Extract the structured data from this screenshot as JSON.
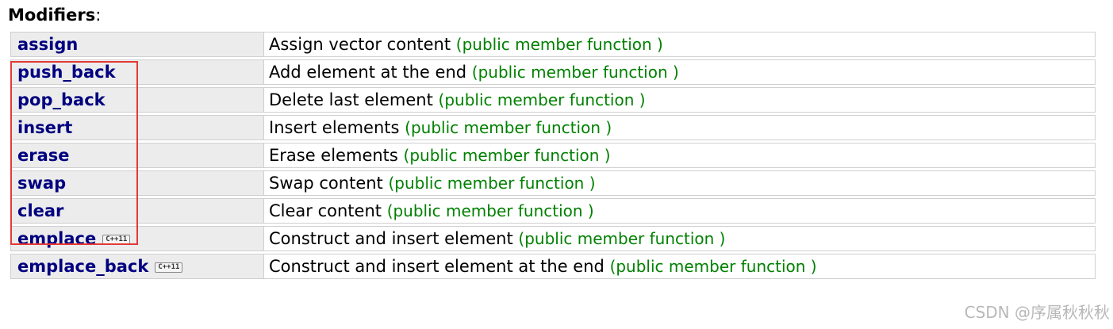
{
  "heading": {
    "title": "Modifiers",
    "colon": ":"
  },
  "rows": [
    {
      "name": "assign",
      "desc": "Assign vector content",
      "kind": "(public member function )",
      "badge": ""
    },
    {
      "name": "push_back",
      "desc": "Add element at the end",
      "kind": "(public member function )",
      "badge": ""
    },
    {
      "name": "pop_back",
      "desc": "Delete last element",
      "kind": "(public member function )",
      "badge": ""
    },
    {
      "name": "insert",
      "desc": "Insert elements",
      "kind": "(public member function )",
      "badge": ""
    },
    {
      "name": "erase",
      "desc": "Erase elements",
      "kind": "(public member function )",
      "badge": ""
    },
    {
      "name": "swap",
      "desc": "Swap content",
      "kind": "(public member function )",
      "badge": ""
    },
    {
      "name": "clear",
      "desc": "Clear content",
      "kind": "(public member function )",
      "badge": ""
    },
    {
      "name": "emplace",
      "desc": "Construct and insert element",
      "kind": "(public member function )",
      "badge": "C++11"
    },
    {
      "name": "emplace_back",
      "desc": "Construct and insert element at the end",
      "kind": "(public member function )",
      "badge": "C++11"
    }
  ],
  "watermark": "CSDN @序属秋秋秋",
  "colors": {
    "name": "#000080",
    "kind": "#008000",
    "highlight": "#e53935",
    "row_bg": "#ececec"
  }
}
